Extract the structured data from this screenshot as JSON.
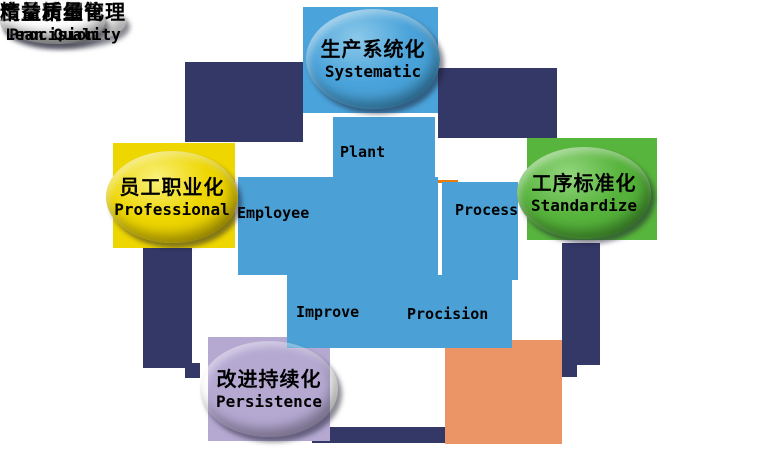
{
  "diagram": {
    "center": {
      "label_cn": "精益质量管理",
      "label_en": "Lean Quality",
      "color": "#e87d0e"
    },
    "nodes": [
      {
        "id": "systematic",
        "label_cn": "生产系统化",
        "label_en": "Systematic",
        "color": "#4aa3da"
      },
      {
        "id": "professional",
        "label_cn": "员工职业化",
        "label_en": "Professional",
        "color": "#eed600"
      },
      {
        "id": "standardize",
        "label_cn": "工序标准化",
        "label_en": "Standardize",
        "color": "#57b43c"
      },
      {
        "id": "persistence",
        "label_cn": "改进持续化",
        "label_en": "Persistence",
        "color": "#b5a9d2"
      },
      {
        "id": "procision",
        "label_cn": "度量精细化",
        "label_en": "Procision",
        "color": "#eb9466"
      }
    ],
    "cross": {
      "color": "#4ba1d6",
      "labels": {
        "plant": "Plant",
        "employee": "Employee",
        "process": "Process",
        "improve": "Improve",
        "procision": "Procision"
      }
    },
    "ring_color": "#343867"
  }
}
